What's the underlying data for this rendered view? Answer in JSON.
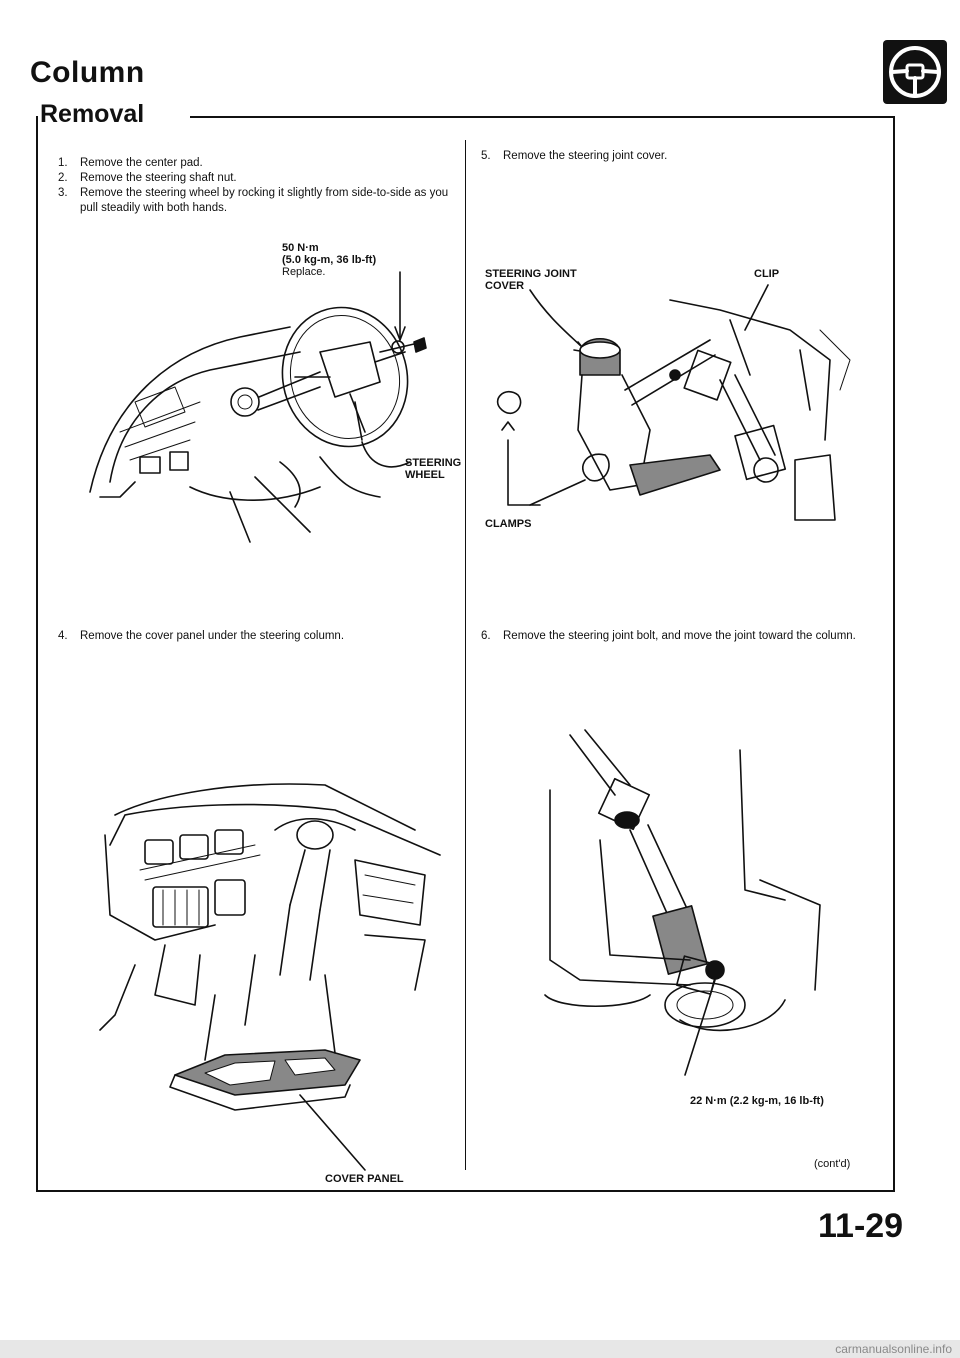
{
  "header": {
    "title": "Column",
    "section": "Removal",
    "icon": "steering-wheel-icon"
  },
  "left_steps": [
    {
      "num": "1.",
      "text": "Remove the center pad."
    },
    {
      "num": "2.",
      "text": "Remove the steering shaft nut."
    },
    {
      "num": "3.",
      "text": "Remove the steering wheel by rocking it slightly from side-to-side as you pull steadily with both hands."
    }
  ],
  "fig1": {
    "torque_line1": "50 N·m",
    "torque_line2": "(5.0 kg-m, 36 lb-ft)",
    "torque_line3": "Replace.",
    "label_wheel_line1": "STEERING",
    "label_wheel_line2": "WHEEL"
  },
  "step4": {
    "num": "4.",
    "text": "Remove the cover panel under the steering column."
  },
  "fig2": {
    "label_cover_panel": "COVER PANEL"
  },
  "step5": {
    "num": "5.",
    "text": "Remove the steering joint cover."
  },
  "fig3": {
    "label_cover_line1": "STEERING JOINT",
    "label_cover_line2": "COVER",
    "label_clip": "CLIP",
    "label_clamps": "CLAMPS"
  },
  "step6": {
    "num": "6.",
    "text": "Remove the steering joint bolt, and move the joint toward the column."
  },
  "fig4": {
    "torque": "22 N·m (2.2 kg-m, 16 lb-ft)"
  },
  "contd": "(cont'd)",
  "page_number": "11-29",
  "watermark": "carmanualsonline.info"
}
